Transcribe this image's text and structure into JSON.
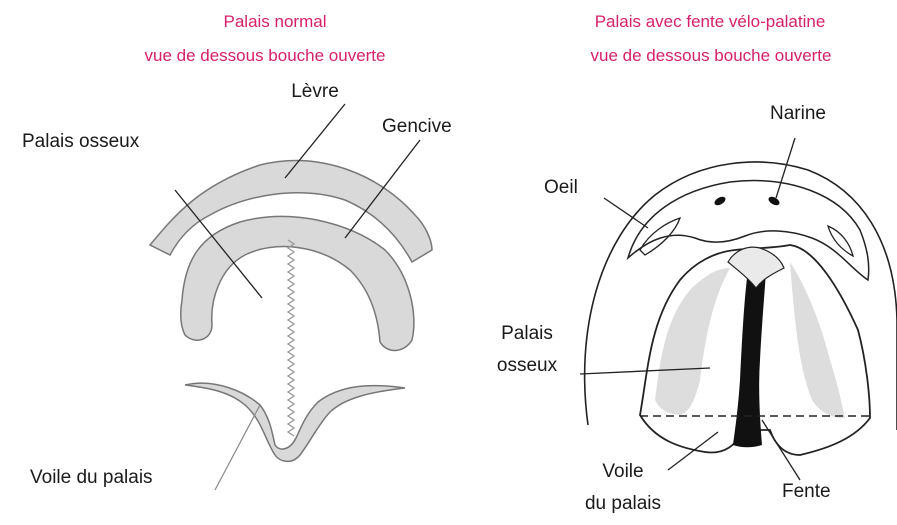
{
  "left_panel": {
    "title_line1": "Palais normal",
    "title_line2": "vue de dessous bouche ouverte",
    "labels": {
      "lip": "Lèvre",
      "bony_palate": "Palais osseux",
      "gum": "Gencive",
      "soft_palate": "Voile du palais"
    }
  },
  "right_panel": {
    "title_line1": "Palais avec fente vélo-palatine",
    "title_line2": "vue de dessous bouche ouverte",
    "labels": {
      "nostril": "Narine",
      "eye": "Oeil",
      "bony_palate_line1": "Palais",
      "bony_palate_line2": "osseux",
      "soft_palate_line1": "Voile",
      "soft_palate_line2": "du palais",
      "cleft": "Fente"
    }
  },
  "colors": {
    "title": "#d6206b",
    "fill": "#d9d9d9",
    "stroke": "#6b6b6b"
  }
}
